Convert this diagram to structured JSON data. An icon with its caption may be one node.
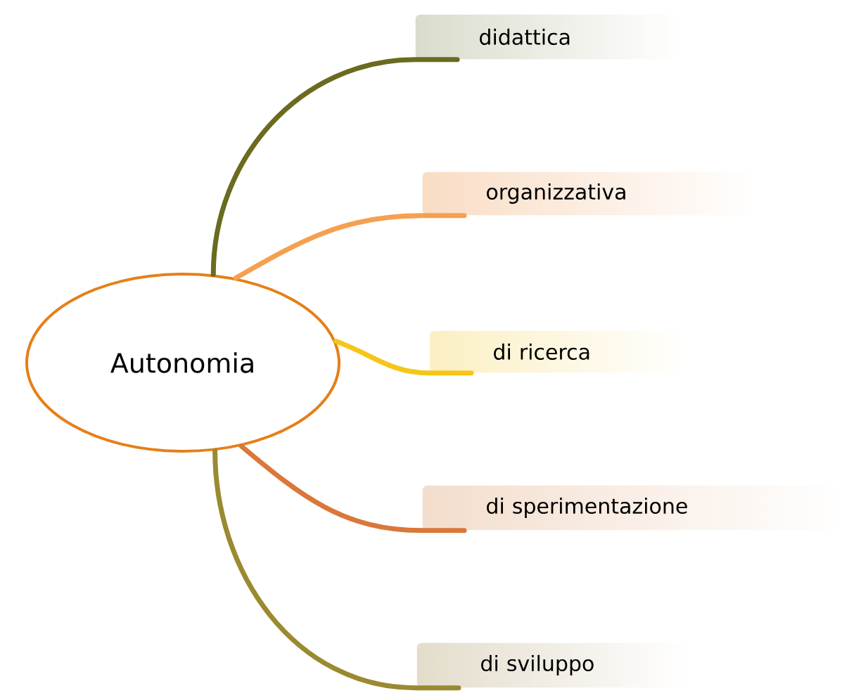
{
  "diagram": {
    "nodes": [
      {
        "text": [
          "Autonomia"
        ]
      },
      {
        "text": [
          "didattica"
        ]
      },
      {
        "text": [
          "organizzativa"
        ]
      },
      {
        "text": [
          "di ricerca"
        ]
      },
      {
        "text": [
          "di sperimentazione"
        ]
      },
      {
        "text": [
          "di sviluppo"
        ]
      }
    ],
    "edges": [
      {
        "from": 0,
        "to": 1,
        "arrow": "none",
        "color": "#6b6b1f"
      },
      {
        "from": 0,
        "to": 2,
        "arrow": "none",
        "color": "#f5a050"
      },
      {
        "from": 0,
        "to": 3,
        "arrow": "none",
        "color": "#f5c518"
      },
      {
        "from": 0,
        "to": 4,
        "arrow": "none",
        "color": "#d9783a"
      },
      {
        "from": 0,
        "to": 5,
        "arrow": "none",
        "color": "#9a8a30"
      }
    ]
  }
}
